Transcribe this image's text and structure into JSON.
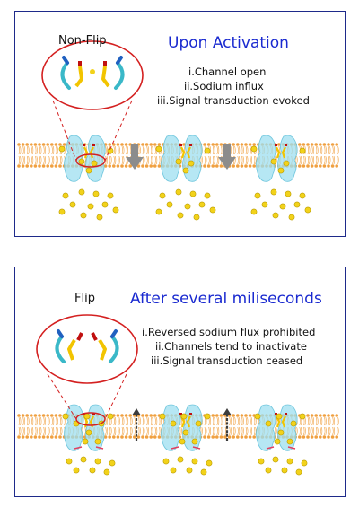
{
  "panels": [
    {
      "label": "Non-Flip",
      "heading": "Upon Activation",
      "steps": [
        "i.Channel open",
        "ii.Sodium influx",
        "iii.Signal transduction evoked"
      ]
    },
    {
      "label": "Flip",
      "heading": "After several miliseconds",
      "steps": [
        "i.Reversed sodium flux prohibited",
        "ii.Channels tend to inactivate",
        "iii.Signal transduction ceased"
      ]
    }
  ],
  "colors": {
    "frame": "#1e2a8a",
    "heading": "#1a2ad0",
    "membrane": "#f0a040",
    "channel": "#9ddff0",
    "sodium": "#f2d21a",
    "zoom_circle": "#d42020",
    "arrow_influx": "#8c8c8c",
    "arrow_blocked": "#3c3c3c",
    "flux_arrow": "#e04060"
  },
  "icons": {
    "influx_arrow": "down-arrow-icon",
    "blocked_arrow": "up-arrow-icon"
  }
}
